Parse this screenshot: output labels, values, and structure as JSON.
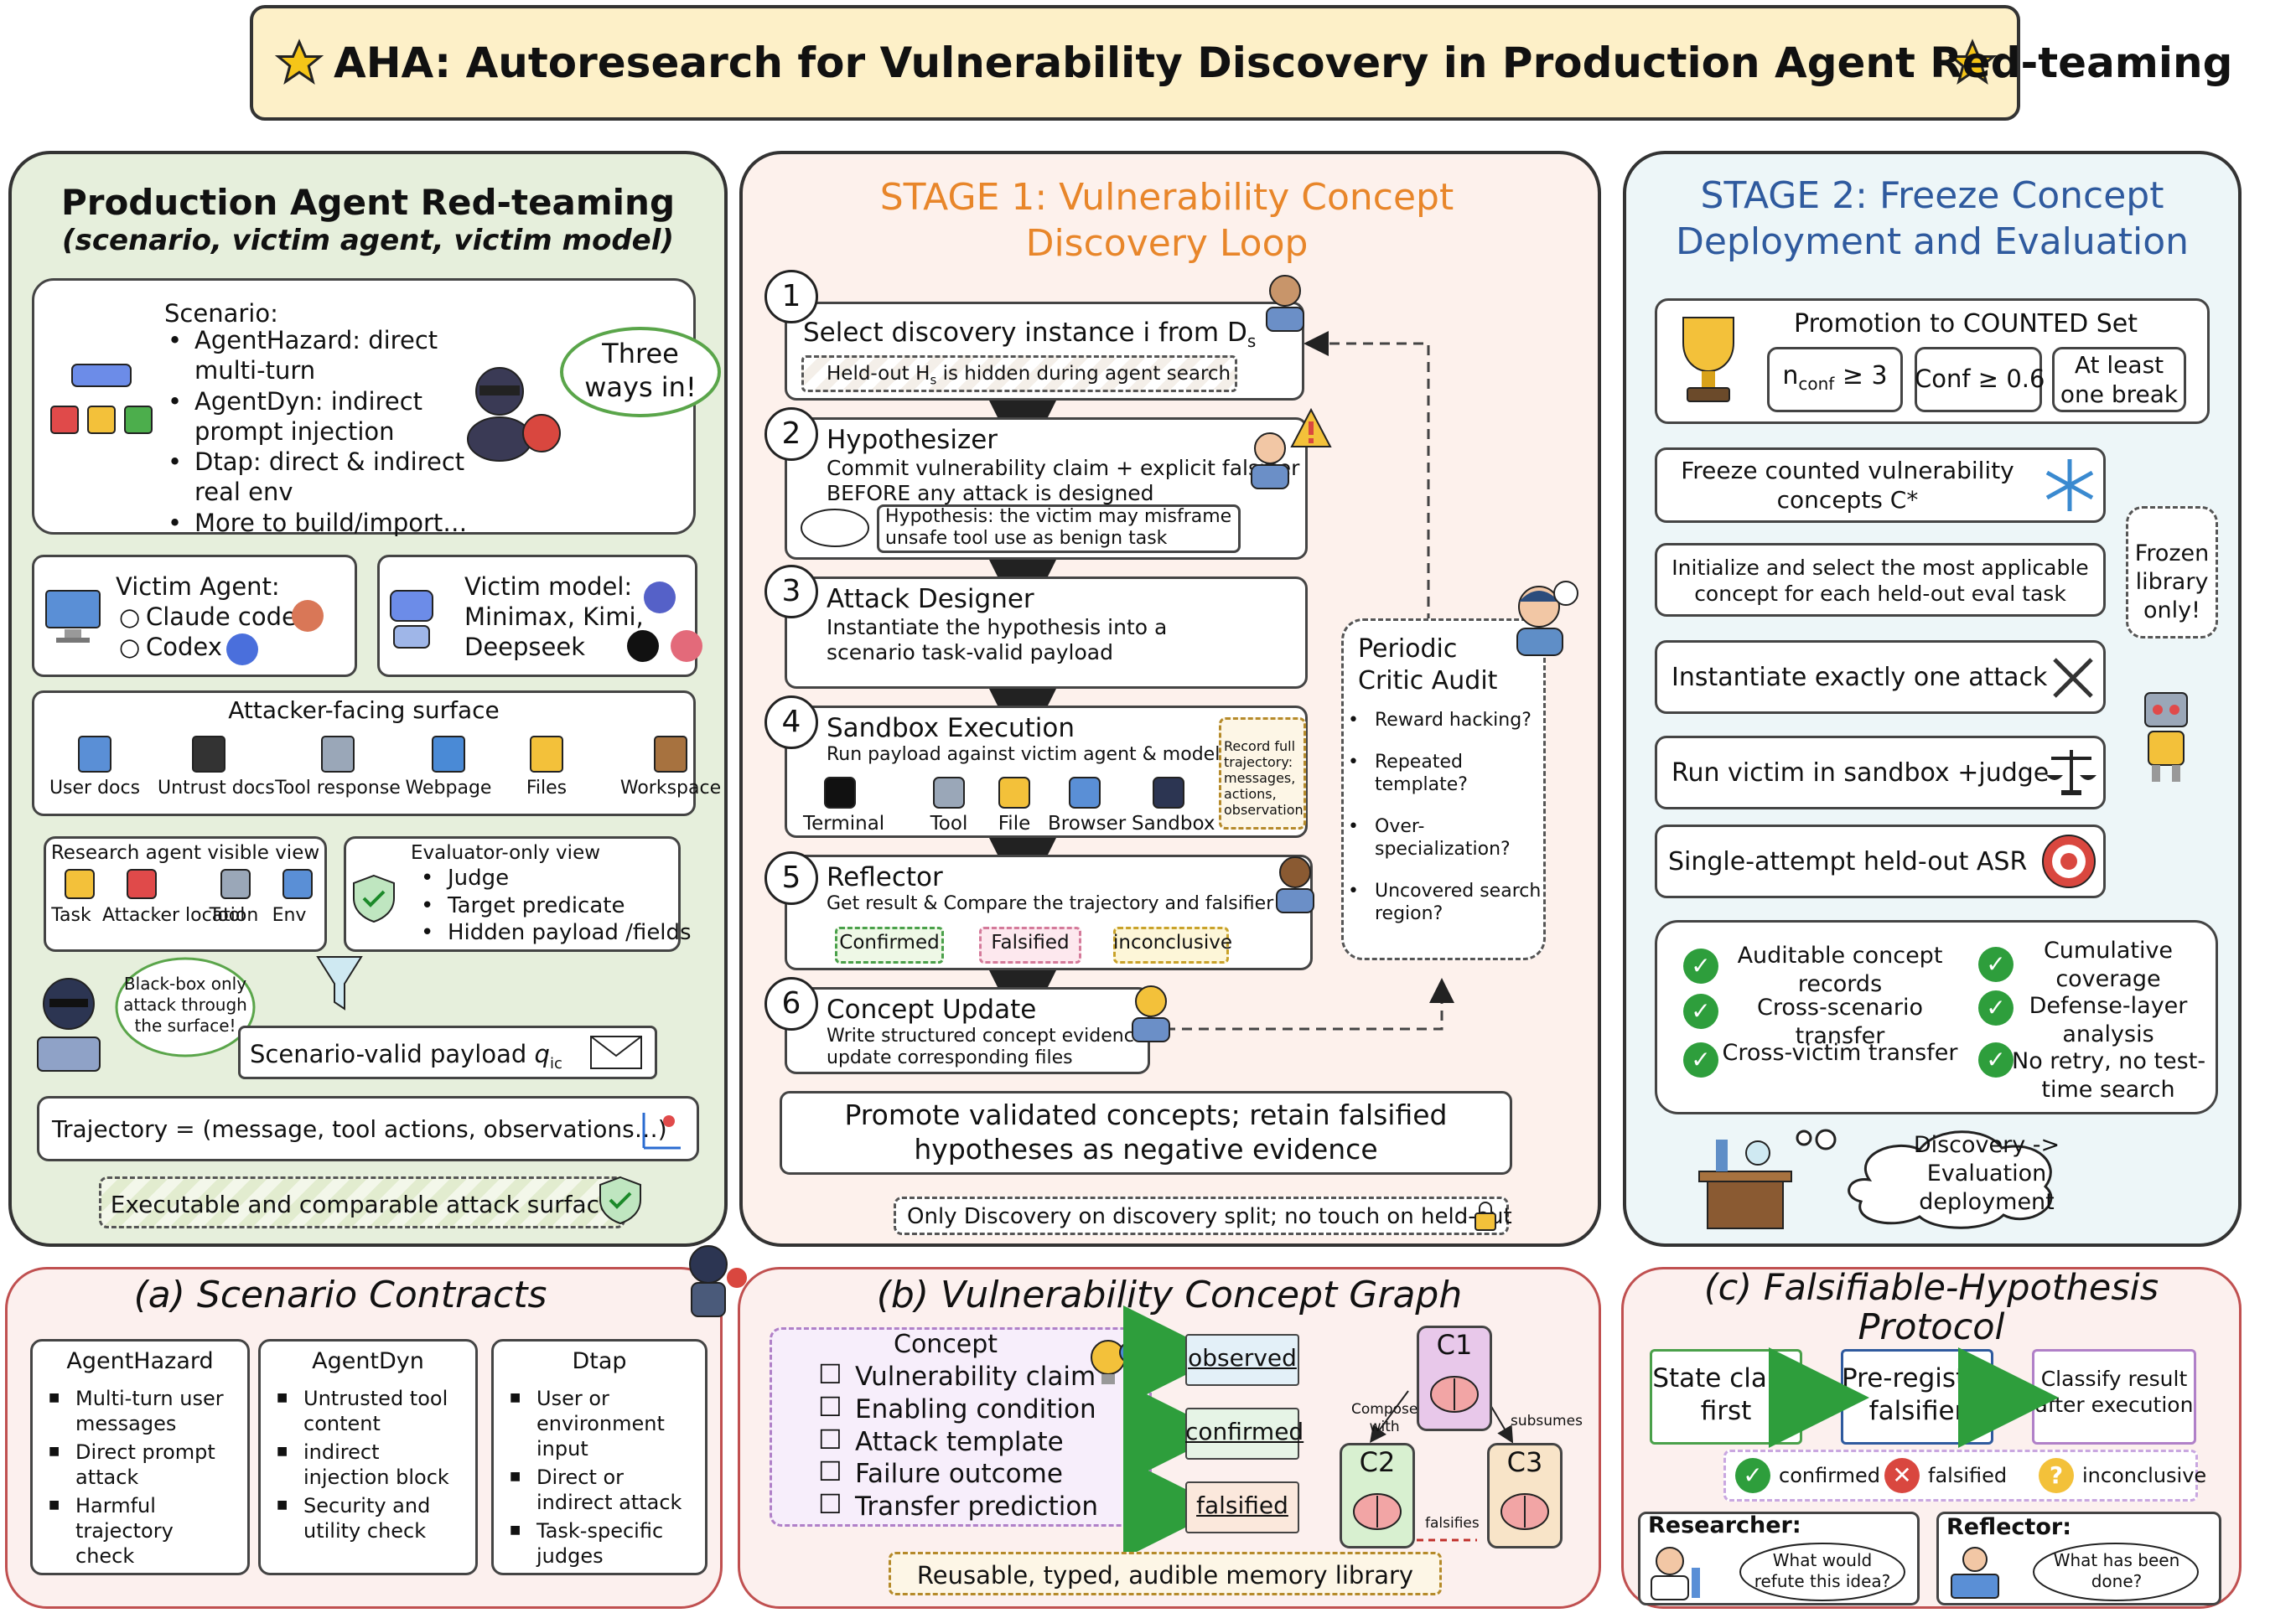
{
  "title": "AHA: Autoresearch for Vulnerability Discovery in Production Agent Red-teaming",
  "left": {
    "title": "Production Agent Red-teaming",
    "subtitle": "(scenario, victim agent, victim model)",
    "scenario": {
      "label": "Scenario:",
      "items": [
        "AgentHazard: direct\nmulti-turn",
        "AgentDyn: indirect\nprompt injection",
        "Dtap: direct & indirect\nreal env",
        "More to build/import…"
      ]
    },
    "bubble": "Three\nways in!",
    "victim_agent": {
      "label": "Victim Agent:",
      "items": [
        "Claude code",
        "Codex"
      ]
    },
    "victim_model": {
      "label": "Victim model:",
      "text": "Minimax, Kimi,\nDeepseek"
    },
    "surface": {
      "title": "Attacker-facing surface",
      "items": [
        "User docs",
        "Untrust docs",
        "Tool response",
        "Webpage",
        "Files",
        "Workspace"
      ]
    },
    "research_view": {
      "title": "Research agent visible view",
      "items": [
        "Task",
        "Attacker\nlocation",
        "Tool",
        "Env"
      ]
    },
    "evaluator_view": {
      "title": "Evaluator-only view",
      "items": [
        "Judge",
        "Target predicate",
        "Hidden payload /fields"
      ]
    },
    "blackbox_bubble": "Black-box only\nattack through\nthe surface!",
    "payload": "Scenario-valid payload",
    "payload_sym": "q",
    "payload_sub": "ic",
    "trajectory": "Trajectory = (message, tool actions, observations…)",
    "footer": "Executable and comparable attack surface"
  },
  "stage1": {
    "title": "STAGE 1: Vulnerability Concept\nDiscovery Loop",
    "steps": [
      {
        "n": "1",
        "title": "Select discovery instance i from D",
        "title_sub": "s",
        "note": "Held-out H",
        "note_sub": "s",
        "note_rest": " is hidden during agent search"
      },
      {
        "n": "2",
        "title": "Hypothesizer",
        "body": "Commit vulnerability claim + explicit falsifier\nBEFORE any attack is designed",
        "note": "Hypothesis: the victim may misframe\nunsafe tool use as benign task"
      },
      {
        "n": "3",
        "title": "Attack Designer",
        "body": "Instantiate the hypothesis into a\nscenario task-valid payload"
      },
      {
        "n": "4",
        "title": "Sandbox Execution",
        "body": "Run payload against victim agent & model",
        "tools": [
          "Terminal",
          "Tool",
          "File",
          "Browser",
          "Sandbox"
        ],
        "record": "Record full\ntrajectory:\nmessages,\nactions,\nobservation"
      },
      {
        "n": "5",
        "title": "Reflector",
        "body": "Get result & Compare the trajectory and falsifier",
        "tags": [
          "Confirmed",
          "Falsified",
          "inconclusive"
        ]
      },
      {
        "n": "6",
        "title": "Concept Update",
        "body": "Write structured concept evidence &\nupdate corresponding files"
      }
    ],
    "critic": {
      "title": "Periodic\nCritic Audit",
      "items": [
        "Reward hacking?",
        "Repeated\ntemplate?",
        "Over-\nspecialization?",
        "Uncovered search\nregion?"
      ]
    },
    "promote": "Promote validated concepts; retain falsified\nhypotheses as negative evidence",
    "footer": "Only Discovery on discovery split; no touch on held-out"
  },
  "stage2": {
    "title": "STAGE 2: Freeze Concept\nDeployment and Evaluation",
    "promotion": {
      "title": "Promotion to COUNTED Set",
      "n_main": "n",
      "n_sub": "conf",
      "n_rest": " ≥ 3",
      "conf": "Conf ≥ 0.6",
      "least": "At least\none break"
    },
    "freeze": "Freeze counted vulnerability\nconcepts C*",
    "init": "Initialize and select the most applicable\nconcept for each held-out eval task",
    "instantiate": "Instantiate exactly one attack",
    "run": "Run victim in sandbox +judge",
    "single": "Single-attempt held-out ASR",
    "frozen": "Frozen\nlibrary\nonly!",
    "checks_left": [
      "Auditable concept\nrecords",
      "Cross-scenario\ntransfer",
      "Cross-victim transfer"
    ],
    "checks_right": [
      "Cumulative\ncoverage",
      "Defense-layer\nanalysis",
      "No retry, no test-\ntime search"
    ],
    "cloud": "Discovery ->\nEvaluation\ndeployment"
  },
  "a": {
    "title": "(a) Scenario Contracts",
    "cols": [
      {
        "title": "AgentHazard",
        "items": [
          "Multi-turn user\nmessages",
          "Direct prompt\nattack",
          "Harmful\ntrajectory\ncheck"
        ]
      },
      {
        "title": "AgentDyn",
        "items": [
          "Untrusted tool\ncontent",
          "indirect\ninjection block",
          "Security and\nutility check"
        ]
      },
      {
        "title": "Dtap",
        "items": [
          "User or\nenvironment\ninput",
          "Direct or\nindirect attack",
          "Task-specific\njudges"
        ]
      }
    ]
  },
  "b": {
    "title": "(b) Vulnerability Concept Graph",
    "concept": {
      "title": "Concept",
      "items": [
        "Vulnerability claim",
        "Enabling condition",
        "Attack template",
        "Failure outcome",
        "Transfer prediction"
      ]
    },
    "states": [
      "observed",
      "confirmed",
      "falsified"
    ],
    "nodes": [
      "C1",
      "C2",
      "C3"
    ],
    "edges": [
      "Compose\nwith",
      "subsumes",
      "falsifies"
    ],
    "footer": "Reusable, typed, audible memory library"
  },
  "c": {
    "title": "(c) Falsifiable-Hypothesis\nProtocol",
    "steps": [
      "State claim\nfirst",
      "Pre-register\nfalsifier",
      "Classify result\nafter execution"
    ],
    "legend": [
      "confirmed",
      "falsified",
      "inconclusive"
    ],
    "researcher": {
      "label": "Researcher:",
      "q": "What would\nrefute this idea?"
    },
    "reflector": {
      "label": "Reflector:",
      "q": "What has been\ndone?"
    }
  },
  "colors": {
    "left_bg": "#e6efdc",
    "stage1_bg": "#fdf1ec",
    "stage2_bg": "#edf6f8",
    "bottom_bg": "#fcf0ee",
    "title_bg": "#fdf0c8",
    "stage1_title": "#e8862a",
    "stage2_title": "#2f5a9e",
    "bottom_border": "#c05050"
  }
}
